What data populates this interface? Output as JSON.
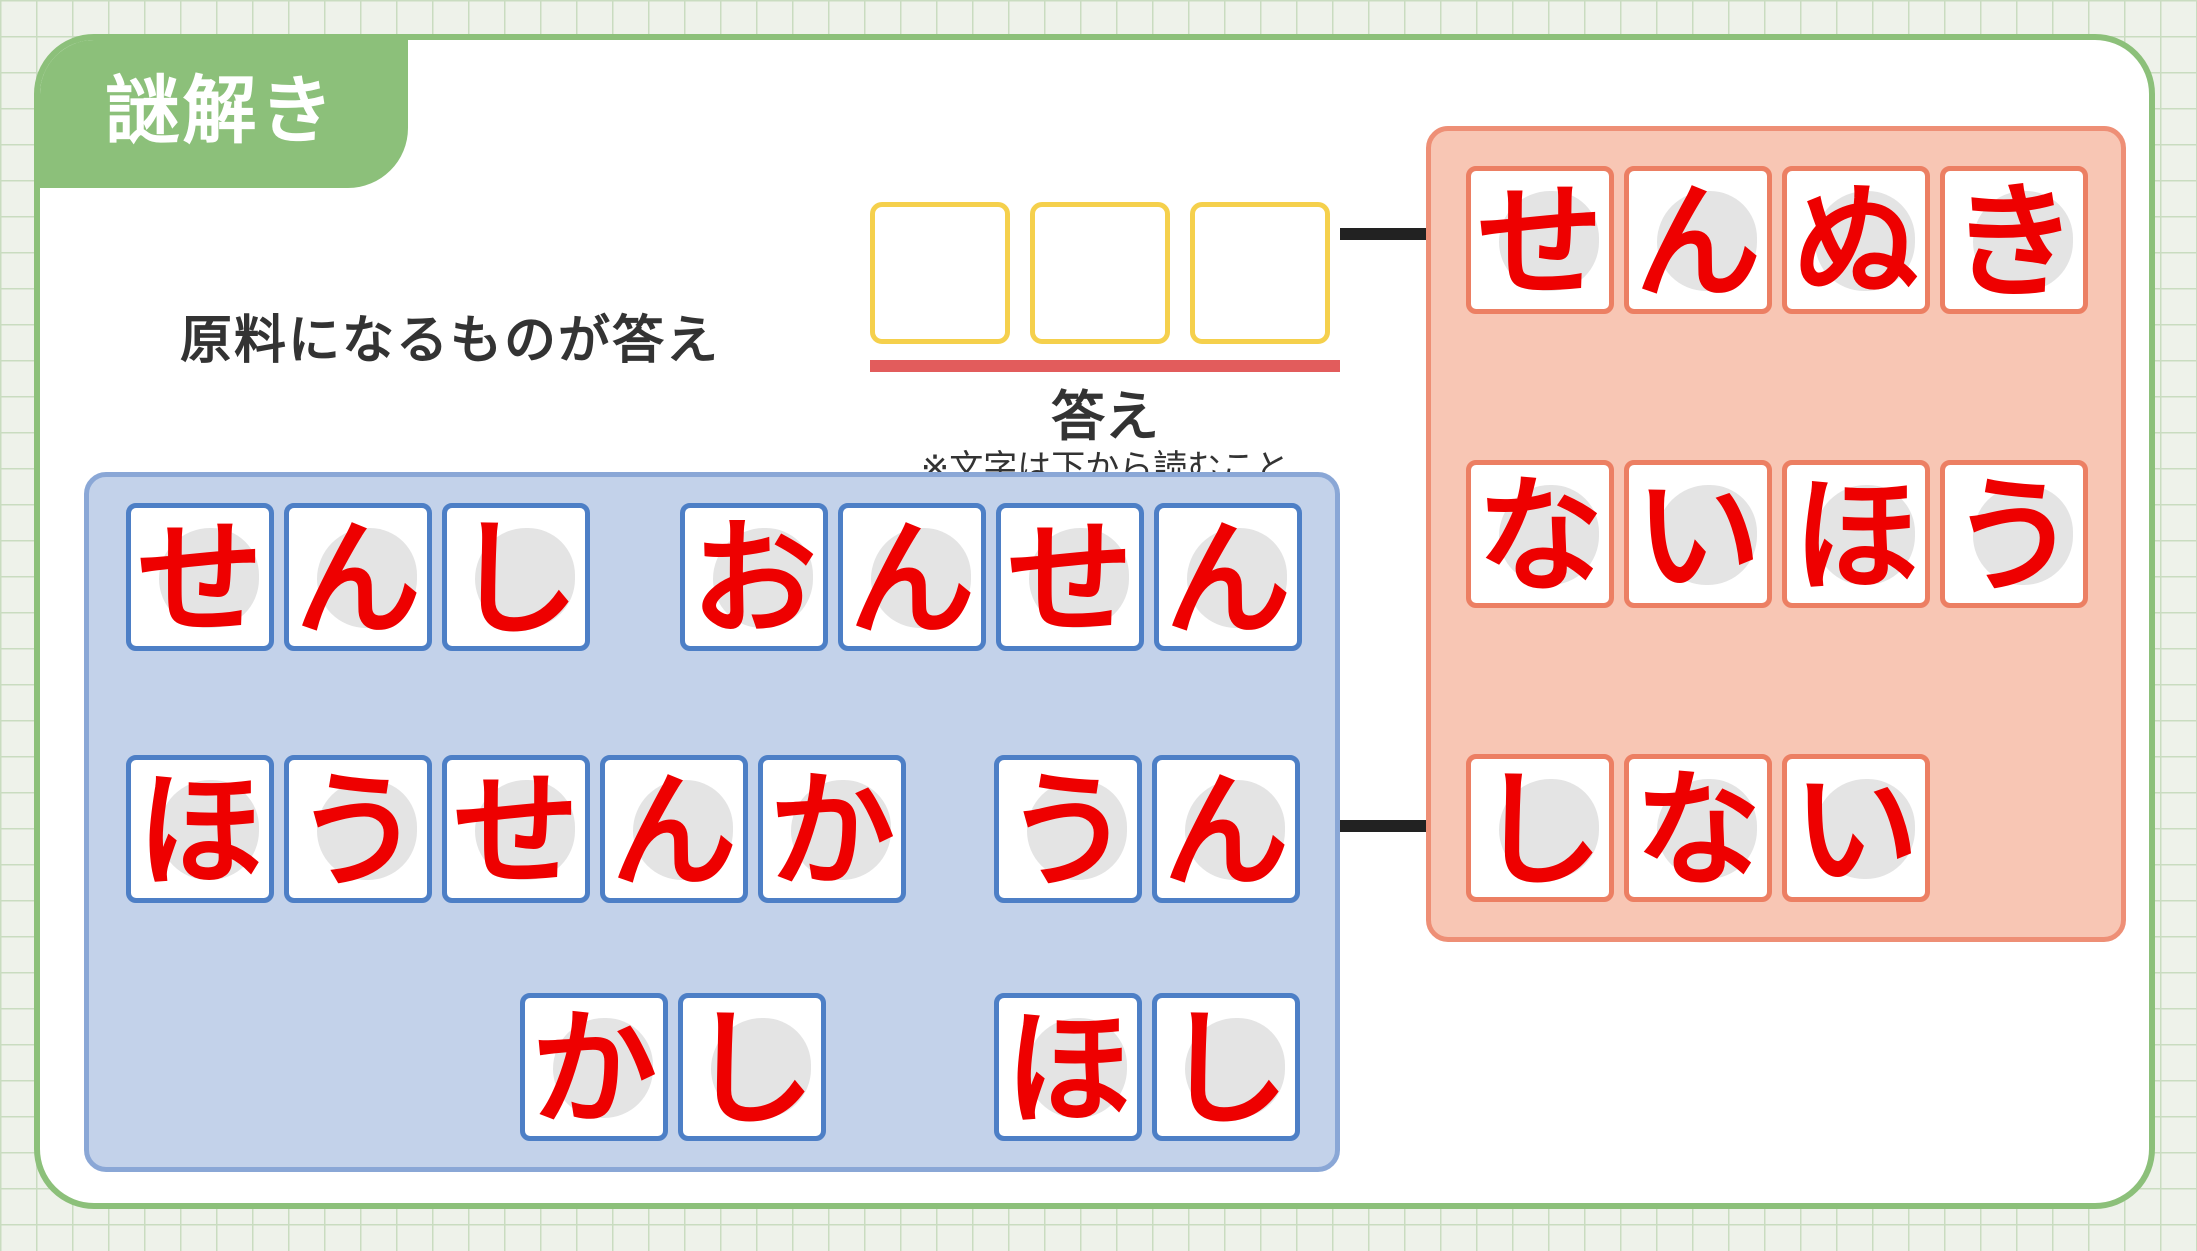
{
  "badge": "謎解き",
  "prompt": "原料になるものが答え",
  "answer": {
    "label": "答え",
    "note": "※文字は下から読むこと"
  },
  "colors": {
    "badge_green": "#8cc07a",
    "answer_box_yellow": "#f5d04c",
    "answer_line_red": "#e25c5c",
    "blue_panel": "#c3d2ea",
    "blue_border": "#4d7fc6",
    "red_panel": "#f8c6b4",
    "red_border": "#ec7f63",
    "letter_red": "#ee0000"
  },
  "blue_panel": {
    "words": [
      [
        "せ",
        "ん",
        "し"
      ],
      [
        "お",
        "ん",
        "せ",
        "ん"
      ],
      [
        "ほ",
        "う",
        "せ",
        "ん",
        "か"
      ],
      [
        "う",
        "ん"
      ],
      [
        "か",
        "し"
      ],
      [
        "ほ",
        "し"
      ]
    ]
  },
  "red_panel": {
    "words": [
      [
        "せ",
        "ん",
        "ぬ",
        "き"
      ],
      [
        "な",
        "い",
        "ほ",
        "う"
      ],
      [
        "し",
        "な",
        "い"
      ]
    ]
  }
}
